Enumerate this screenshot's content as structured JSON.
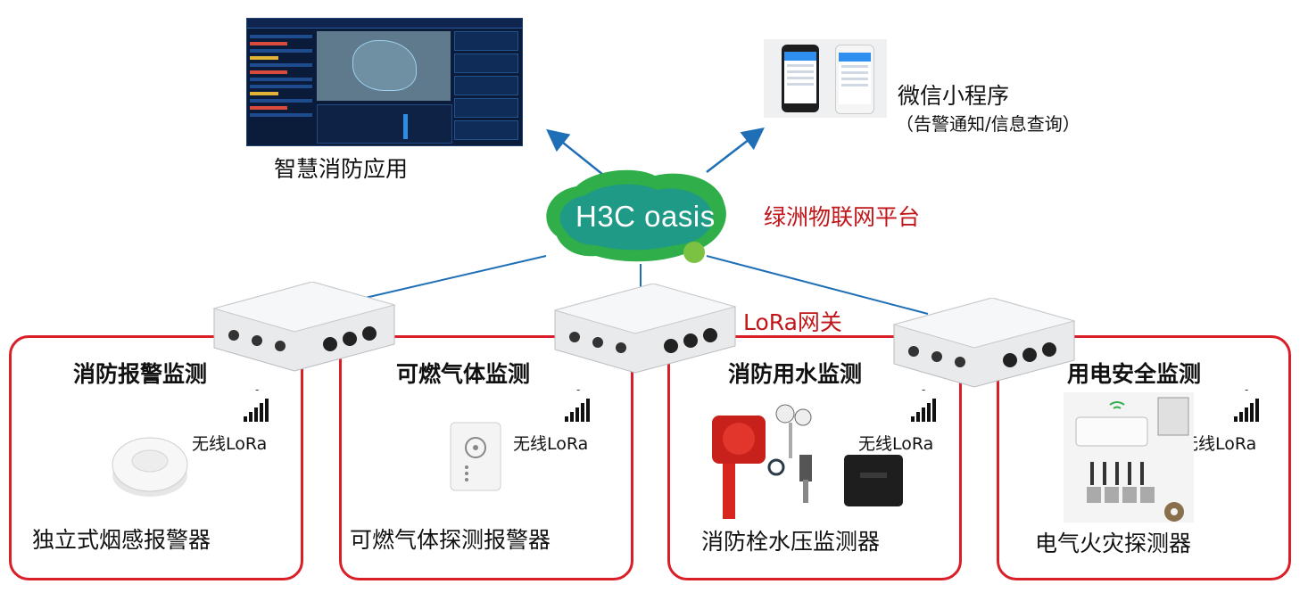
{
  "top": {
    "app_label": "智慧消防应用",
    "mini_program_title": "微信小程序",
    "mini_program_sub": "（告警通知/信息查询）"
  },
  "platform": {
    "logo_text": "H3C oasis",
    "label": "绿洲物联网平台",
    "gateway_label": "LoRa网关"
  },
  "colors": {
    "accent_red": "#c0161a",
    "box_border": "#d92029",
    "arrow_blue": "#1f6fb7"
  },
  "boxes": [
    {
      "title": "消防报警监测",
      "device": "独立式烟感报警器",
      "wireless": "无线LoRa",
      "mark": "-"
    },
    {
      "title": "可燃气体监测",
      "device": "可燃气体探测报警器",
      "wireless": "无线LoRa",
      "mark": "-"
    },
    {
      "title": "消防用水监测",
      "device": "消防栓水压监测器",
      "wireless": "无线LoRa",
      "mark": "-"
    },
    {
      "title": "用电安全监测",
      "device": "电气火灾探测器",
      "wireless": "无线LoRa",
      "mark": "-"
    }
  ]
}
